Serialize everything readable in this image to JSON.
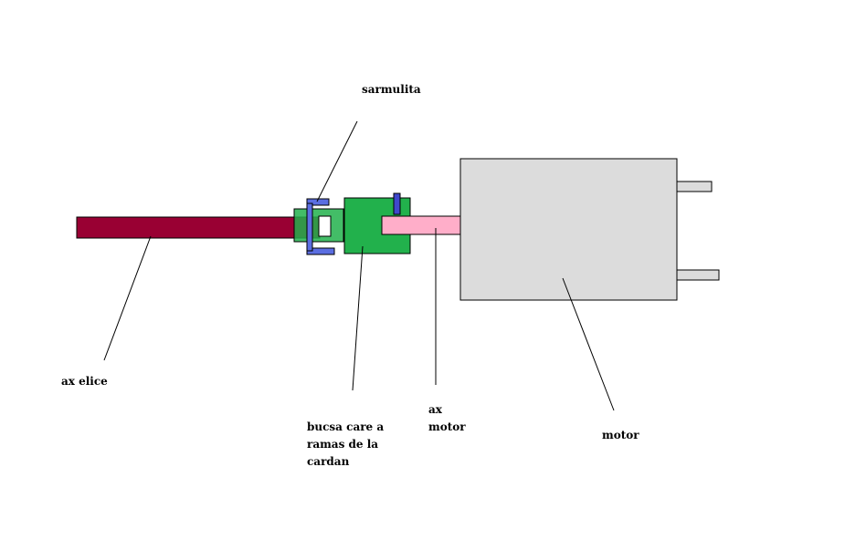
{
  "labels": {
    "sarmulita": "sarmulita",
    "ax_elice": "ax elice",
    "bucsa_line1": "bucsa care a",
    "bucsa_line2": "ramas de la",
    "bucsa_line3": "cardan",
    "ax_motor_line1": "ax",
    "ax_motor_line2": "motor",
    "motor": "motor"
  },
  "colors": {
    "ax_elice": "#990033",
    "bucsa": "#22b14c",
    "sarmulita": "#5b6ee1",
    "pin": "#3f48cc",
    "ax_motor": "#ffaec9",
    "motor_body": "#dcdcdc",
    "motor_terminal": "#dcdcdc",
    "outline": "#000000"
  }
}
